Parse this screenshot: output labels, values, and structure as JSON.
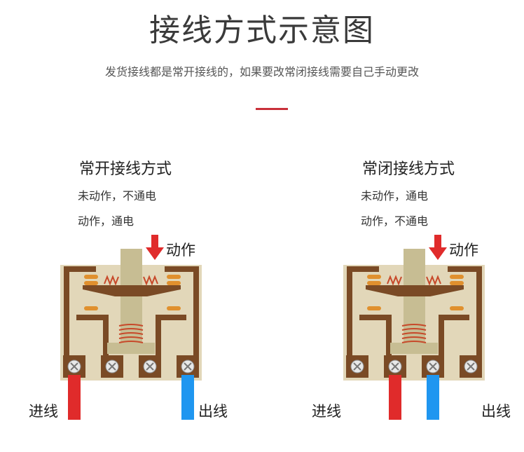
{
  "header": {
    "title": "接线方式示意图",
    "subtitle": "发货接线都是常开接线的，如果要改常闭接线需要自己手动更改"
  },
  "diagrams": [
    {
      "title": "常开接线方式",
      "note_1": "未动作，不通电",
      "note_2": "动作，通电",
      "action_label": "动作",
      "input_label": "进线",
      "output_label": "出线",
      "input_terminal": 1,
      "output_terminal": 4
    },
    {
      "title": "常闭接线方式",
      "note_1": "未动作，通电",
      "note_2": "动作，不通电",
      "action_label": "动作",
      "input_label": "进线",
      "output_label": "出线",
      "input_terminal": 2,
      "output_terminal": 3
    }
  ],
  "colors": {
    "housing": "#e2d7b9",
    "frame": "#7a4a25",
    "plunger": "#c7bd93",
    "contact": "#e0902e",
    "spring": "#c7492a",
    "input_wire": "#e02b2b",
    "output_wire": "#1f96f0",
    "arrow": "#e02b2b",
    "accent": "#c9303a"
  }
}
